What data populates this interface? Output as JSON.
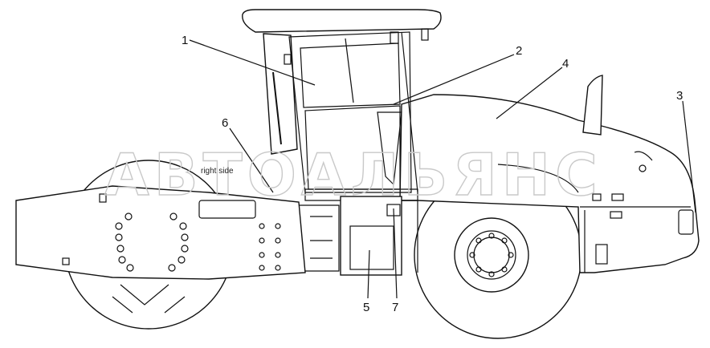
{
  "callouts": [
    {
      "id": "1",
      "label": "1"
    },
    {
      "id": "2",
      "label": "2"
    },
    {
      "id": "3",
      "label": "3"
    },
    {
      "id": "4",
      "label": "4"
    },
    {
      "id": "5",
      "label": "5"
    },
    {
      "id": "6",
      "label": "6"
    },
    {
      "id": "7",
      "label": "7"
    }
  ],
  "labels": {
    "right_side": "right side"
  },
  "watermark": {
    "text": "АВТОАЛЬЯНС"
  }
}
